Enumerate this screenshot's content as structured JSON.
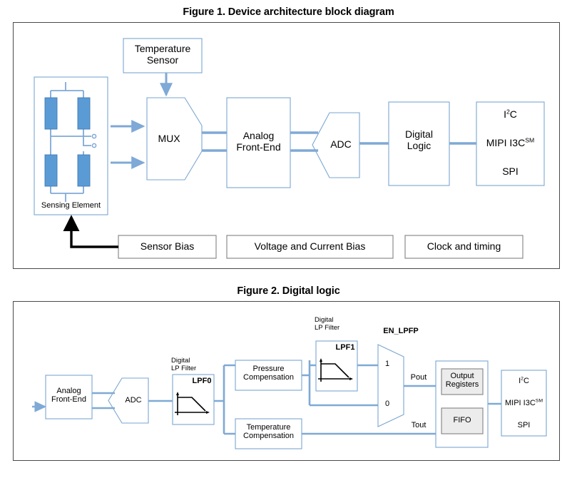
{
  "figures": [
    {
      "id": "figure-1",
      "title": "Figure 1. Device architecture block diagram",
      "blocks": {
        "sensing_element": "Sensing Element",
        "temperature_sensor_l1": "Temperature",
        "temperature_sensor_l2": "Sensor",
        "mux": "MUX",
        "afe_l1": "Analog",
        "afe_l2": "Front-End",
        "adc": "ADC",
        "digital_logic_l1": "Digital",
        "digital_logic_l2": "Logic",
        "iface_i2c": "I2C",
        "iface_i2c_main": "I",
        "iface_i2c_sup": "2",
        "iface_i2c_tail": "C",
        "iface_mipi": "MIPI I3C",
        "iface_mipi_sup": "SM",
        "iface_spi": "SPI",
        "sensor_bias": "Sensor Bias",
        "voltage_current_bias": "Voltage and Current Bias",
        "clock_and_timing": "Clock and timing"
      }
    },
    {
      "id": "figure-2",
      "title": "Figure 2. Digital logic",
      "blocks": {
        "afe_l1": "Analog",
        "afe_l2": "Front-End",
        "adc": "ADC",
        "lpf0_caption_l1": "Digital",
        "lpf0_caption_l2": "LP Filter",
        "lpf0": "LPF0",
        "pressure_comp_l1": "Pressure",
        "pressure_comp_l2": "Compensation",
        "temperature_comp_l1": "Temperature",
        "temperature_comp_l2": "Compensation",
        "lpf1_caption_l1": "Digital",
        "lpf1_caption_l2": "LP Filter",
        "lpf1": "LPF1",
        "en_lpfp": "EN_LPFP",
        "mux_in_1": "1",
        "mux_in_0": "0",
        "pout": "Pout",
        "tout": "Tout",
        "output_registers_l1": "Output",
        "output_registers_l2": "Registers",
        "fifo": "FIFO",
        "iface_i2c_main": "I",
        "iface_i2c_sup": "2",
        "iface_i2c_tail": "C",
        "iface_mipi": "MIPI I3C",
        "iface_mipi_sup": "SM",
        "iface_spi": "SPI"
      }
    }
  ],
  "colors": {
    "block_border": "#7aa6d2",
    "connector": "#7fa9d6",
    "resistor_fill": "#5b9bd5",
    "panel_border": "#4a4a4a",
    "gray_box_fill": "#ececec",
    "gray_box_border": "#8c8c8c",
    "black_arrow": "#000000",
    "bias_box_border": "#808080"
  }
}
